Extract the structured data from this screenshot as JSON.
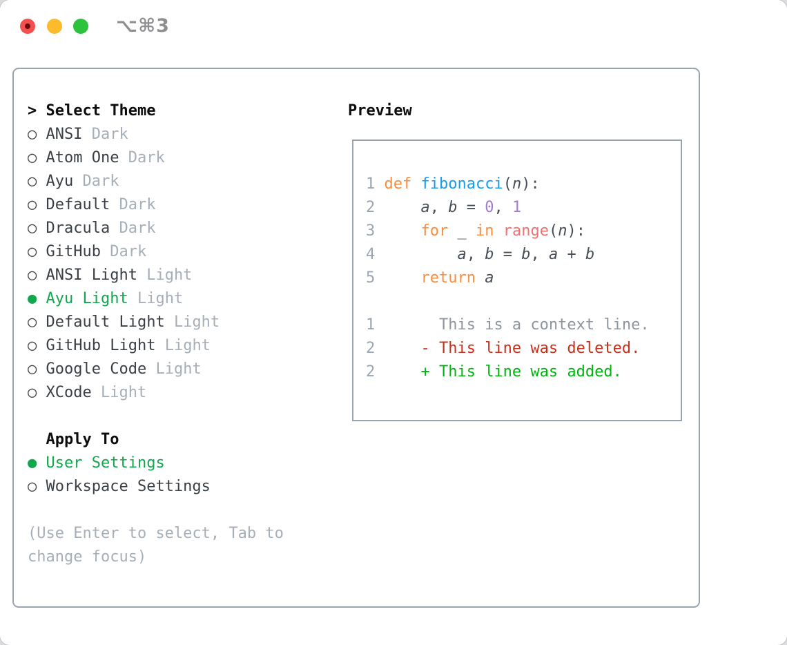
{
  "window": {
    "shortcut": "⌥⌘3",
    "traffic_lights": [
      {
        "name": "close",
        "color": "#f2504e"
      },
      {
        "name": "minimize",
        "color": "#fcba2d"
      },
      {
        "name": "zoom",
        "color": "#2dc23c"
      }
    ]
  },
  "theme_panel": {
    "title": "Select Theme",
    "title_marker": ">",
    "themes": [
      {
        "name": "ANSI",
        "tag": "Dark",
        "selected": false
      },
      {
        "name": "Atom One",
        "tag": "Dark",
        "selected": false
      },
      {
        "name": "Ayu",
        "tag": "Dark",
        "selected": false
      },
      {
        "name": "Default",
        "tag": "Dark",
        "selected": false
      },
      {
        "name": "Dracula",
        "tag": "Dark",
        "selected": false
      },
      {
        "name": "GitHub",
        "tag": "Dark",
        "selected": false
      },
      {
        "name": "ANSI Light",
        "tag": "Light",
        "selected": false
      },
      {
        "name": "Ayu Light",
        "tag": "Light",
        "selected": true
      },
      {
        "name": "Default Light",
        "tag": "Light",
        "selected": false
      },
      {
        "name": "GitHub Light",
        "tag": "Light",
        "selected": false
      },
      {
        "name": "Google Code",
        "tag": "Light",
        "selected": false
      },
      {
        "name": "XCode",
        "tag": "Light",
        "selected": false
      }
    ],
    "apply_to": {
      "title": "Apply To",
      "options": [
        {
          "name": "User Settings",
          "selected": true
        },
        {
          "name": "Workspace Settings",
          "selected": false
        }
      ]
    },
    "hint_lines": [
      "(Use Enter to select, Tab to",
      "change focus)"
    ],
    "selected_color": "#11a74c",
    "tag_color": "#a6aeb8"
  },
  "preview": {
    "title": "Preview",
    "syntax_colors": {
      "keyword": "#fa8d3e",
      "function": "#169ded",
      "number": "#a37acc",
      "call": "#f07171",
      "plain": "#474e57",
      "line_number": "#9aa5b1",
      "diff_context": "#8f959c",
      "diff_deleted": "#c6311c",
      "diff_added": "#00b40e"
    },
    "code_lines": [
      {
        "num": "1",
        "segs": [
          [
            "kw",
            "def"
          ],
          [
            "pl",
            " "
          ],
          [
            "fn",
            "fibonacci"
          ],
          [
            "pl",
            "("
          ],
          [
            "va",
            "n"
          ],
          [
            "pl",
            "):"
          ]
        ]
      },
      {
        "num": "2",
        "segs": [
          [
            "pl",
            "    "
          ],
          [
            "va",
            "a"
          ],
          [
            "pl",
            ", "
          ],
          [
            "va",
            "b"
          ],
          [
            "pl",
            " = "
          ],
          [
            "nu",
            "0"
          ],
          [
            "pl",
            ", "
          ],
          [
            "nu",
            "1"
          ]
        ]
      },
      {
        "num": "3",
        "segs": [
          [
            "pl",
            "    "
          ],
          [
            "kw",
            "for"
          ],
          [
            "pl",
            " _ "
          ],
          [
            "kw",
            "in"
          ],
          [
            "pl",
            " "
          ],
          [
            "ca",
            "range"
          ],
          [
            "pl",
            "("
          ],
          [
            "va",
            "n"
          ],
          [
            "pl",
            "):"
          ]
        ]
      },
      {
        "num": "4",
        "segs": [
          [
            "pl",
            "        "
          ],
          [
            "va",
            "a"
          ],
          [
            "pl",
            ", "
          ],
          [
            "va",
            "b"
          ],
          [
            "pl",
            " = "
          ],
          [
            "va",
            "b"
          ],
          [
            "pl",
            ", "
          ],
          [
            "va",
            "a"
          ],
          [
            "pl",
            " + "
          ],
          [
            "va",
            "b"
          ]
        ]
      },
      {
        "num": "5",
        "segs": [
          [
            "pl",
            "    "
          ],
          [
            "kw",
            "return"
          ],
          [
            "pl",
            " "
          ],
          [
            "va",
            "a"
          ]
        ]
      },
      {
        "num": "",
        "segs": []
      },
      {
        "num": "1",
        "segs": [
          [
            "ctx",
            "      This is a context line."
          ]
        ]
      },
      {
        "num": "2",
        "segs": [
          [
            "del",
            "    - This line was deleted."
          ]
        ]
      },
      {
        "num": "2",
        "segs": [
          [
            "add",
            "    + This line was added."
          ]
        ]
      }
    ]
  }
}
